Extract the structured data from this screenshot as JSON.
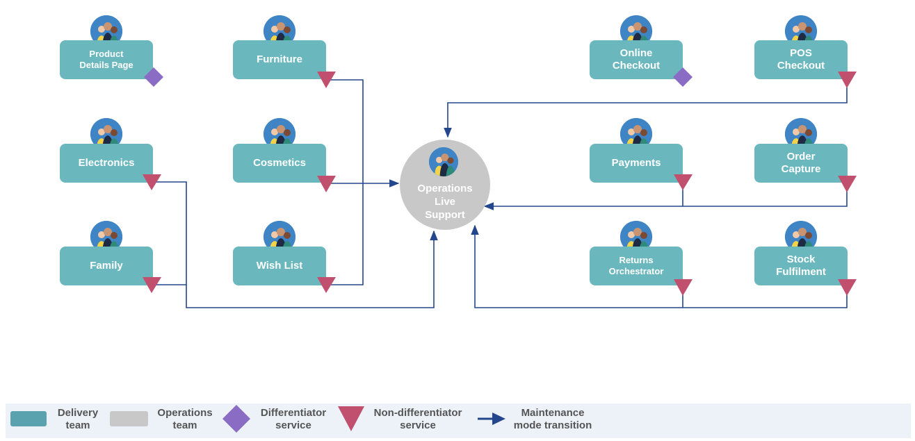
{
  "teams": {
    "product_details": "Product\nDetails Page",
    "furniture": "Furniture",
    "electronics": "Electronics",
    "cosmetics": "Cosmetics",
    "family": "Family",
    "wish_list": "Wish List",
    "online_checkout": "Online\nCheckout",
    "pos_checkout": "POS\nCheckout",
    "payments": "Payments",
    "order_capture": "Order\nCapture",
    "returns_orchestrator": "Returns\nOrchestrator",
    "stock_fulfilment": "Stock\nFulfilment"
  },
  "operations": {
    "label": "Operations\nLive\nSupport"
  },
  "legend": {
    "delivery_team": "Delivery\nteam",
    "operations_team": "Operations\nteam",
    "differentiator": "Differentiator\nservice",
    "non_differentiator": "Non-differentiator\nservice",
    "maintenance": "Maintenance\nmode transition"
  },
  "colors": {
    "delivery_team": "#6ab8be",
    "operations_team": "#c8c8c8",
    "differentiator": "#8a6cc4",
    "non_differentiator": "#c0506e",
    "arrow": "#23468c",
    "legend_bg": "#edf2f8"
  }
}
